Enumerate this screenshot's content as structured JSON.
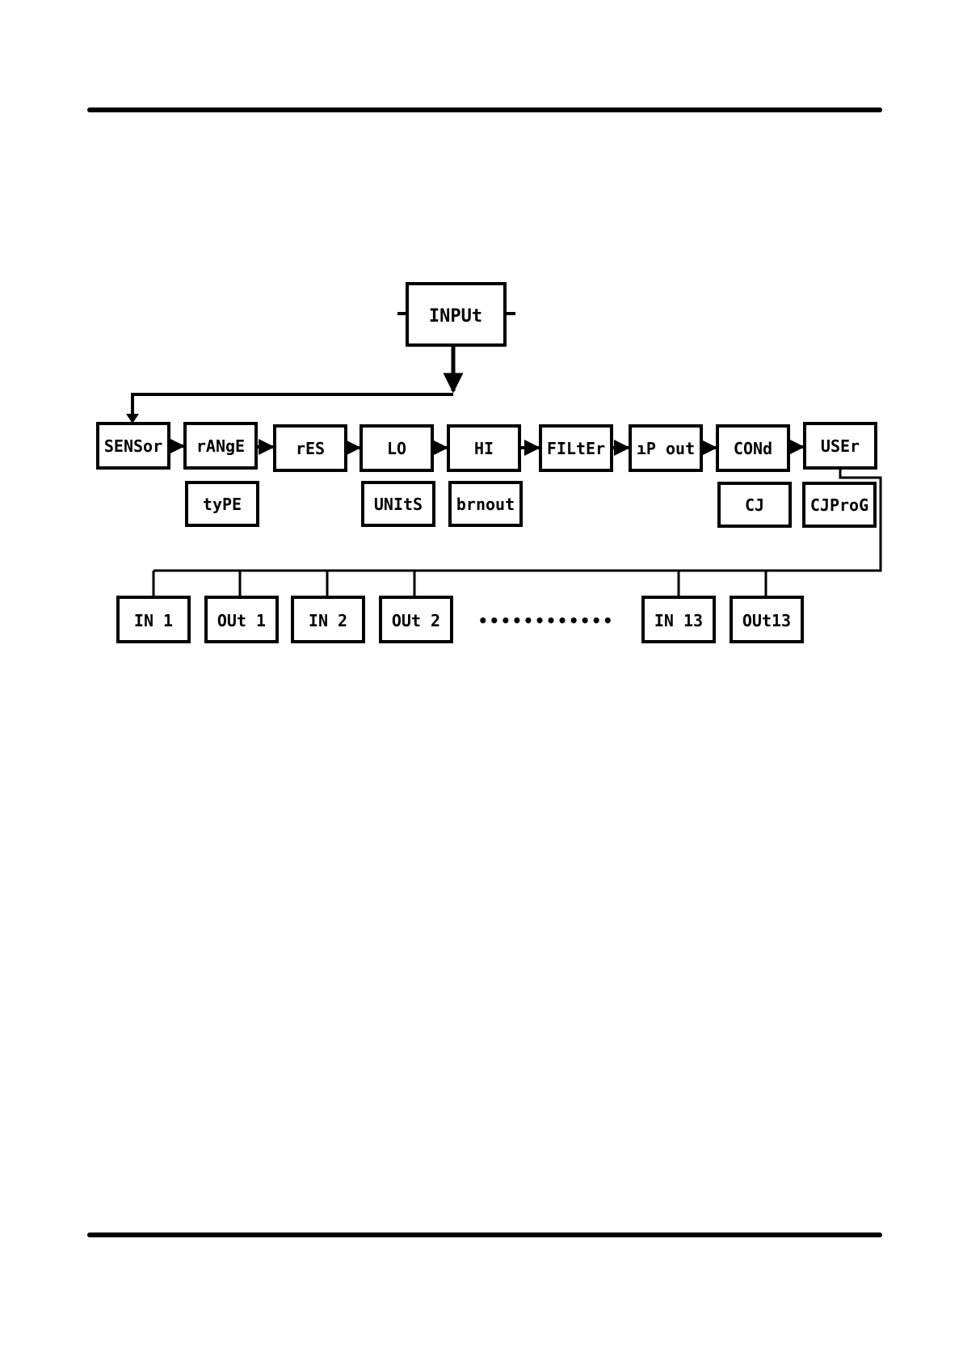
{
  "diagram": {
    "root": "INPUt",
    "main_chain": [
      "SENSor",
      "rANgE",
      "rES",
      "LO",
      "HI",
      "FILtEr",
      "ıP out",
      "CONd",
      "USEr"
    ],
    "sub_options": [
      {
        "label": "tyPE",
        "under": "rANgE"
      },
      {
        "label": "UNItS",
        "under": "LO"
      },
      {
        "label": "brnout",
        "under": "HI"
      },
      {
        "label": "CJ",
        "under": "CONd"
      },
      {
        "label": "CJProG",
        "under": "USEr"
      }
    ],
    "user_points": [
      "IN 1",
      "OUt 1",
      "IN 2",
      "OUt 2",
      "IN 13",
      "OUt13"
    ],
    "ellipsis": "••••••••••••"
  }
}
